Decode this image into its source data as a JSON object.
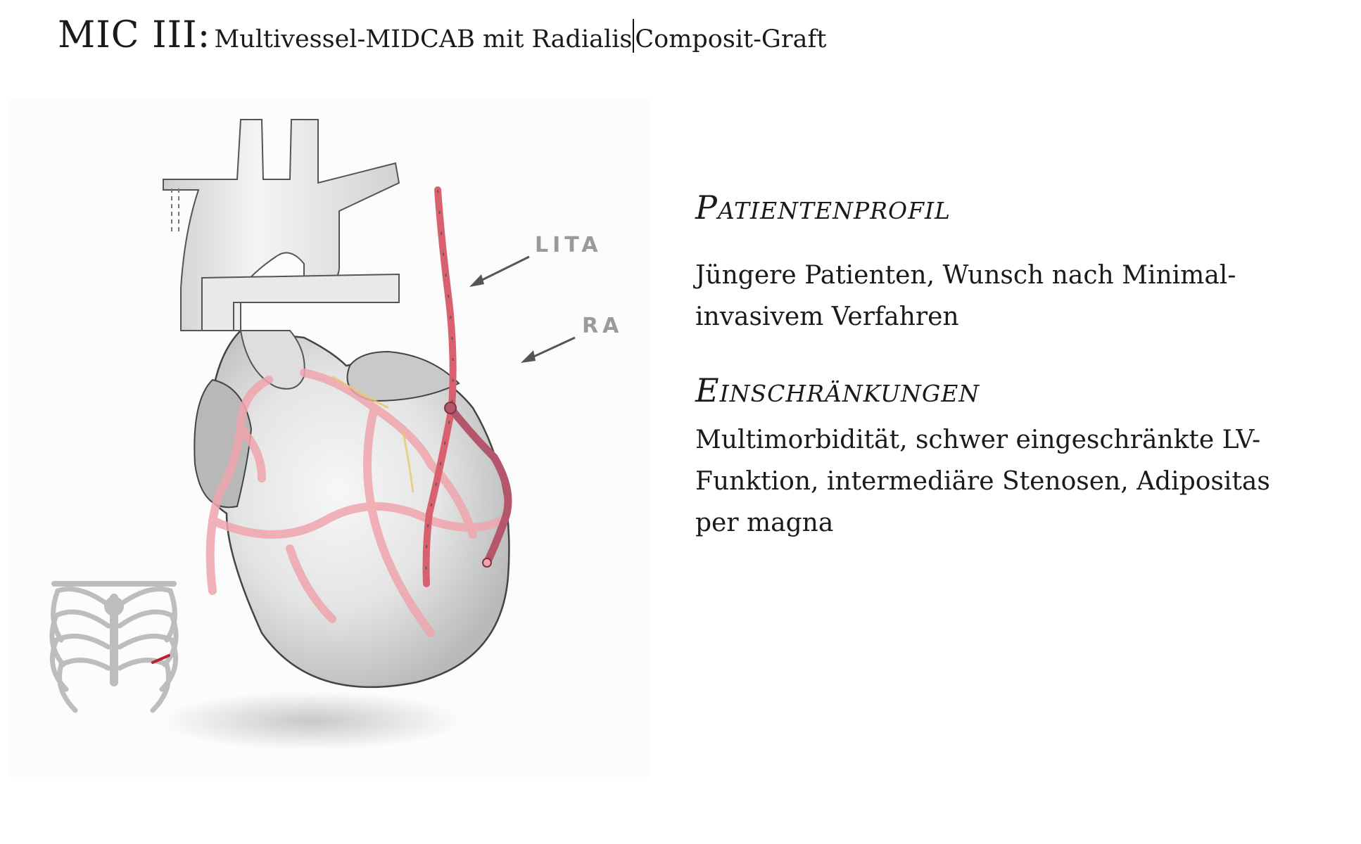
{
  "title": {
    "main": "MIC III:",
    "sub_part1": "Multivessel-MIDCAB mit Radialis",
    "sub_part2": "Composit-Graft"
  },
  "figure": {
    "labels": {
      "lita": "LITA",
      "ra": "RA"
    },
    "colors": {
      "heart_fill": "#e6e6e6",
      "vessel": "#f0a5ad",
      "lita": "#d9606f",
      "ra": "#b5576c",
      "rib": "#bdbdbd"
    }
  },
  "sections": [
    {
      "heading_first": "P",
      "heading_rest": "atientenprofil",
      "text": "Jüngere Patienten, Wunsch nach Minimal-invasivem Verfahren"
    },
    {
      "heading_first": "E",
      "heading_rest": "inschränkungen",
      "text": "Multimorbidität, schwer eingeschränkte LV-Funktion, intermediäre Stenosen, Adipositas per magna"
    }
  ]
}
